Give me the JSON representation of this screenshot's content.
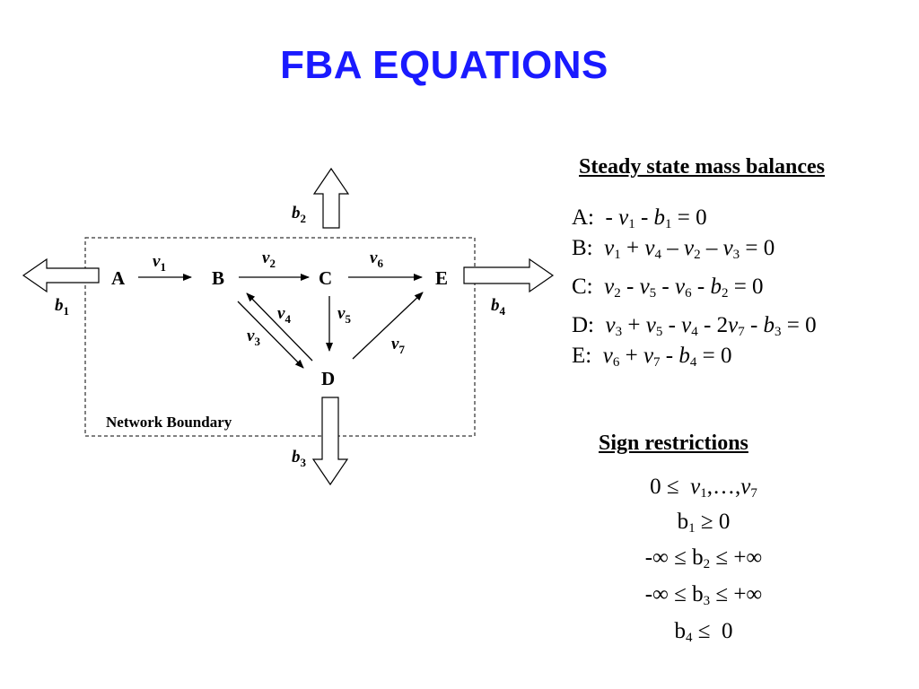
{
  "title": "FBA EQUATIONS",
  "diagram": {
    "nodes": {
      "A": "A",
      "B": "B",
      "C": "C",
      "D": "D",
      "E": "E"
    },
    "fluxes": {
      "v1": {
        "symbol": "v",
        "index": "1"
      },
      "v2": {
        "symbol": "v",
        "index": "2"
      },
      "v3": {
        "symbol": "v",
        "index": "3"
      },
      "v4": {
        "symbol": "v",
        "index": "4"
      },
      "v5": {
        "symbol": "v",
        "index": "5"
      },
      "v6": {
        "symbol": "v",
        "index": "6"
      },
      "v7": {
        "symbol": "v",
        "index": "7"
      }
    },
    "exchange": {
      "b1": {
        "symbol": "b",
        "index": "1"
      },
      "b2": {
        "symbol": "b",
        "index": "2"
      },
      "b3": {
        "symbol": "b",
        "index": "3"
      },
      "b4": {
        "symbol": "b",
        "index": "4"
      }
    },
    "boundary_label": "Network Boundary"
  },
  "mass_balances": {
    "heading": "Steady state mass balances",
    "equations": [
      "A:  - v1 - b1 = 0",
      "B:  v1 + v4 – v2 – v3 = 0",
      "C:  v2 - v5 - v6 - b2 = 0",
      "D:  v3 + v5 - v4 - 2v7 - b3 = 0",
      "E:  v6 + v7 - b4 = 0"
    ]
  },
  "sign_restrictions": {
    "heading": "Sign restrictions",
    "lines": [
      "0 ≤  v1,…,v7",
      "b1 ≥ 0",
      "-∞ ≤ b2 ≤ +∞",
      "-∞ ≤ b3 ≤ +∞",
      "b4 ≤  0"
    ]
  }
}
